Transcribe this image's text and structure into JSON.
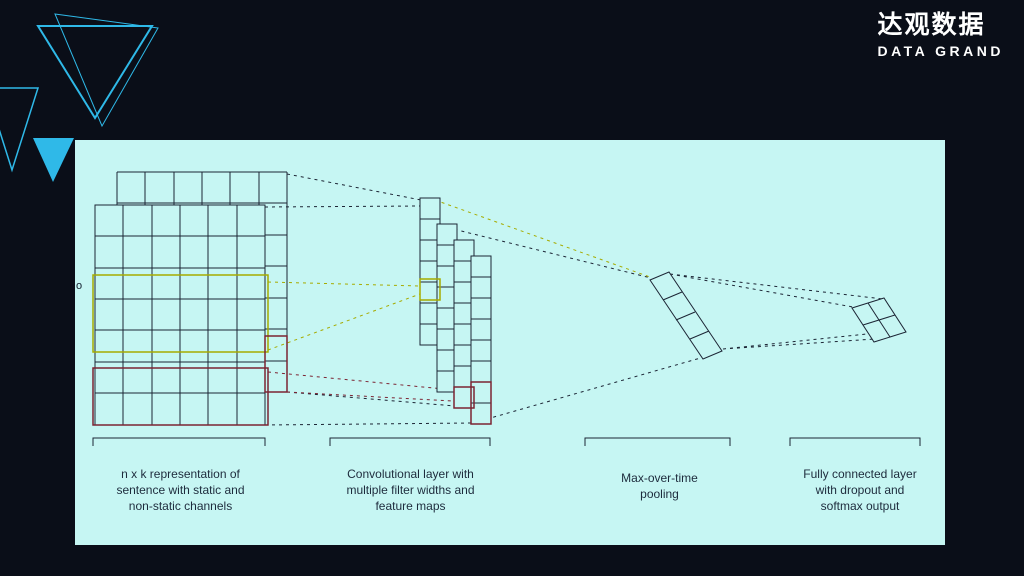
{
  "slide": {
    "logo_cn": "达观数据",
    "logo_en": "DATA GRAND"
  },
  "colors": {
    "background": "#0a0e18",
    "panel": "#c6f6f3",
    "accent": "#2fb9e8",
    "line": "#1c2535",
    "filter_yellow": "#a6ab00",
    "filter_maroon": "#7c2433"
  },
  "diagram": {
    "side_glyph": "o",
    "captions": [
      {
        "lines": [
          "n x k representation of",
          "sentence with static and",
          "non-static channels"
        ]
      },
      {
        "lines": [
          "Convolutional layer with",
          "multiple filter widths and",
          "feature maps"
        ]
      },
      {
        "lines": [
          "Max-over-time",
          "pooling"
        ]
      },
      {
        "lines": [
          "Fully connected layer",
          "with dropout and",
          "softmax output"
        ]
      }
    ]
  }
}
